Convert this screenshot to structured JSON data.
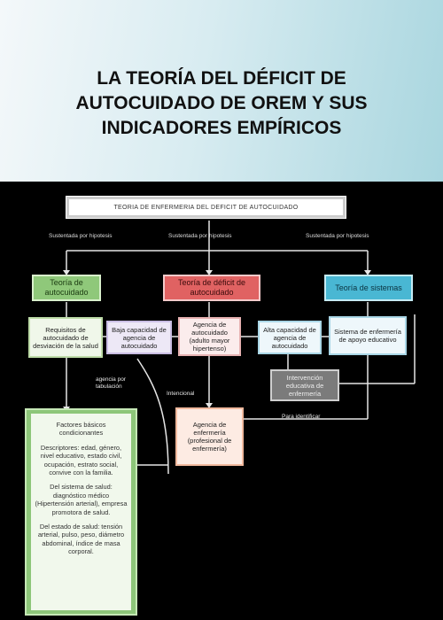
{
  "header": {
    "title_line1": "LA TEORÍA DEL DÉFICIT DE",
    "title_line2": "AUTOCUIDADO DE OREM Y SUS",
    "title_line3": "INDICADORES EMPÍRICOS"
  },
  "diagram": {
    "top_title": "TEORIA DE ENFERMERIA DEL DEFICIT DE AUTOCUIDADO",
    "subtheory_labels": [
      "Sustentada por hipotesis",
      "Sustentada por hipotesis",
      "Sustentada por hipotesis"
    ],
    "theory_self_care": "Teoría de autocuidado",
    "theory_deficit": "Teoría de déficit de autocuidado",
    "theory_systems": "Teoría de sistemas",
    "requisites": "Requisitos de autocuidado de desviación de la salud",
    "low_capacity": "Baja capacidad de agencia de autocuidado",
    "agency": "Agencia de autocuidado (adulto mayor hipertenso)",
    "high_capacity": "Alta capacidad de agencia de autocuidado",
    "support_system": "Sistema de enfermería de apoyo educativo",
    "educational_intervention": "Intervención educativa de enfermería",
    "nursing_agency": "Agencia de enfermería (profesional de enfermería)",
    "side_label_left": "agencia por tabulación",
    "side_label_mid": "Intencional",
    "side_label_right": "Para identificar",
    "factors_title": "Factores básicos condicionantes",
    "factors_descriptive": "Descriptores: edad, género, nivel educativo, estado civil, ocupación, estrato social, convive con la familia.",
    "factors_health_system": "Del sistema de salud: diagnóstico médico (Hipertensión arterial), empresa promotora de salud.",
    "factors_health_state": "Del estado de salud: tensión arterial, pulso, peso, diámetro abdominal, índice de masa corporal."
  },
  "colors": {
    "theory_green": "#8fc87a",
    "theory_red": "#e06262",
    "theory_blue": "#49b7d3",
    "background": "#000000",
    "header_gradient_end": "#a9d6df"
  }
}
